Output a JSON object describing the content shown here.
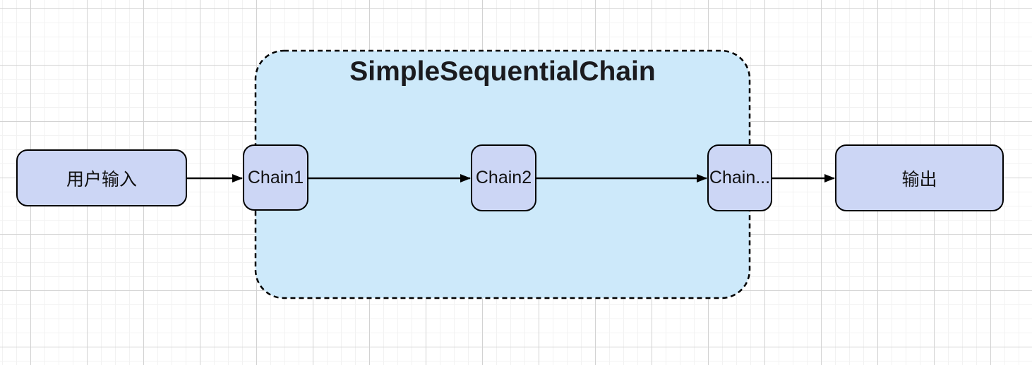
{
  "diagram": {
    "container": {
      "label": "SimpleSequentialChain"
    },
    "nodes": [
      {
        "id": "user-input",
        "label": "用户输入"
      },
      {
        "id": "chain1",
        "label": "Chain1"
      },
      {
        "id": "chain2",
        "label": "Chain2"
      },
      {
        "id": "chain-more",
        "label": "Chain..."
      },
      {
        "id": "output",
        "label": "输出"
      }
    ],
    "edges": [
      {
        "from": "user-input",
        "to": "chain1"
      },
      {
        "from": "chain1",
        "to": "chain2"
      },
      {
        "from": "chain2",
        "to": "chain-more"
      },
      {
        "from": "chain-more",
        "to": "output"
      }
    ],
    "colors": {
      "background": "#ffffff",
      "grid_minor": "#f2f2f2",
      "grid_major": "#d2d2d2",
      "node_fill": "#ccd6f5",
      "node_border": "#000000",
      "container_fill": "#cde9fa",
      "container_border": "#000000",
      "arrow": "#000000",
      "title_text": "#1b1b1f"
    }
  }
}
